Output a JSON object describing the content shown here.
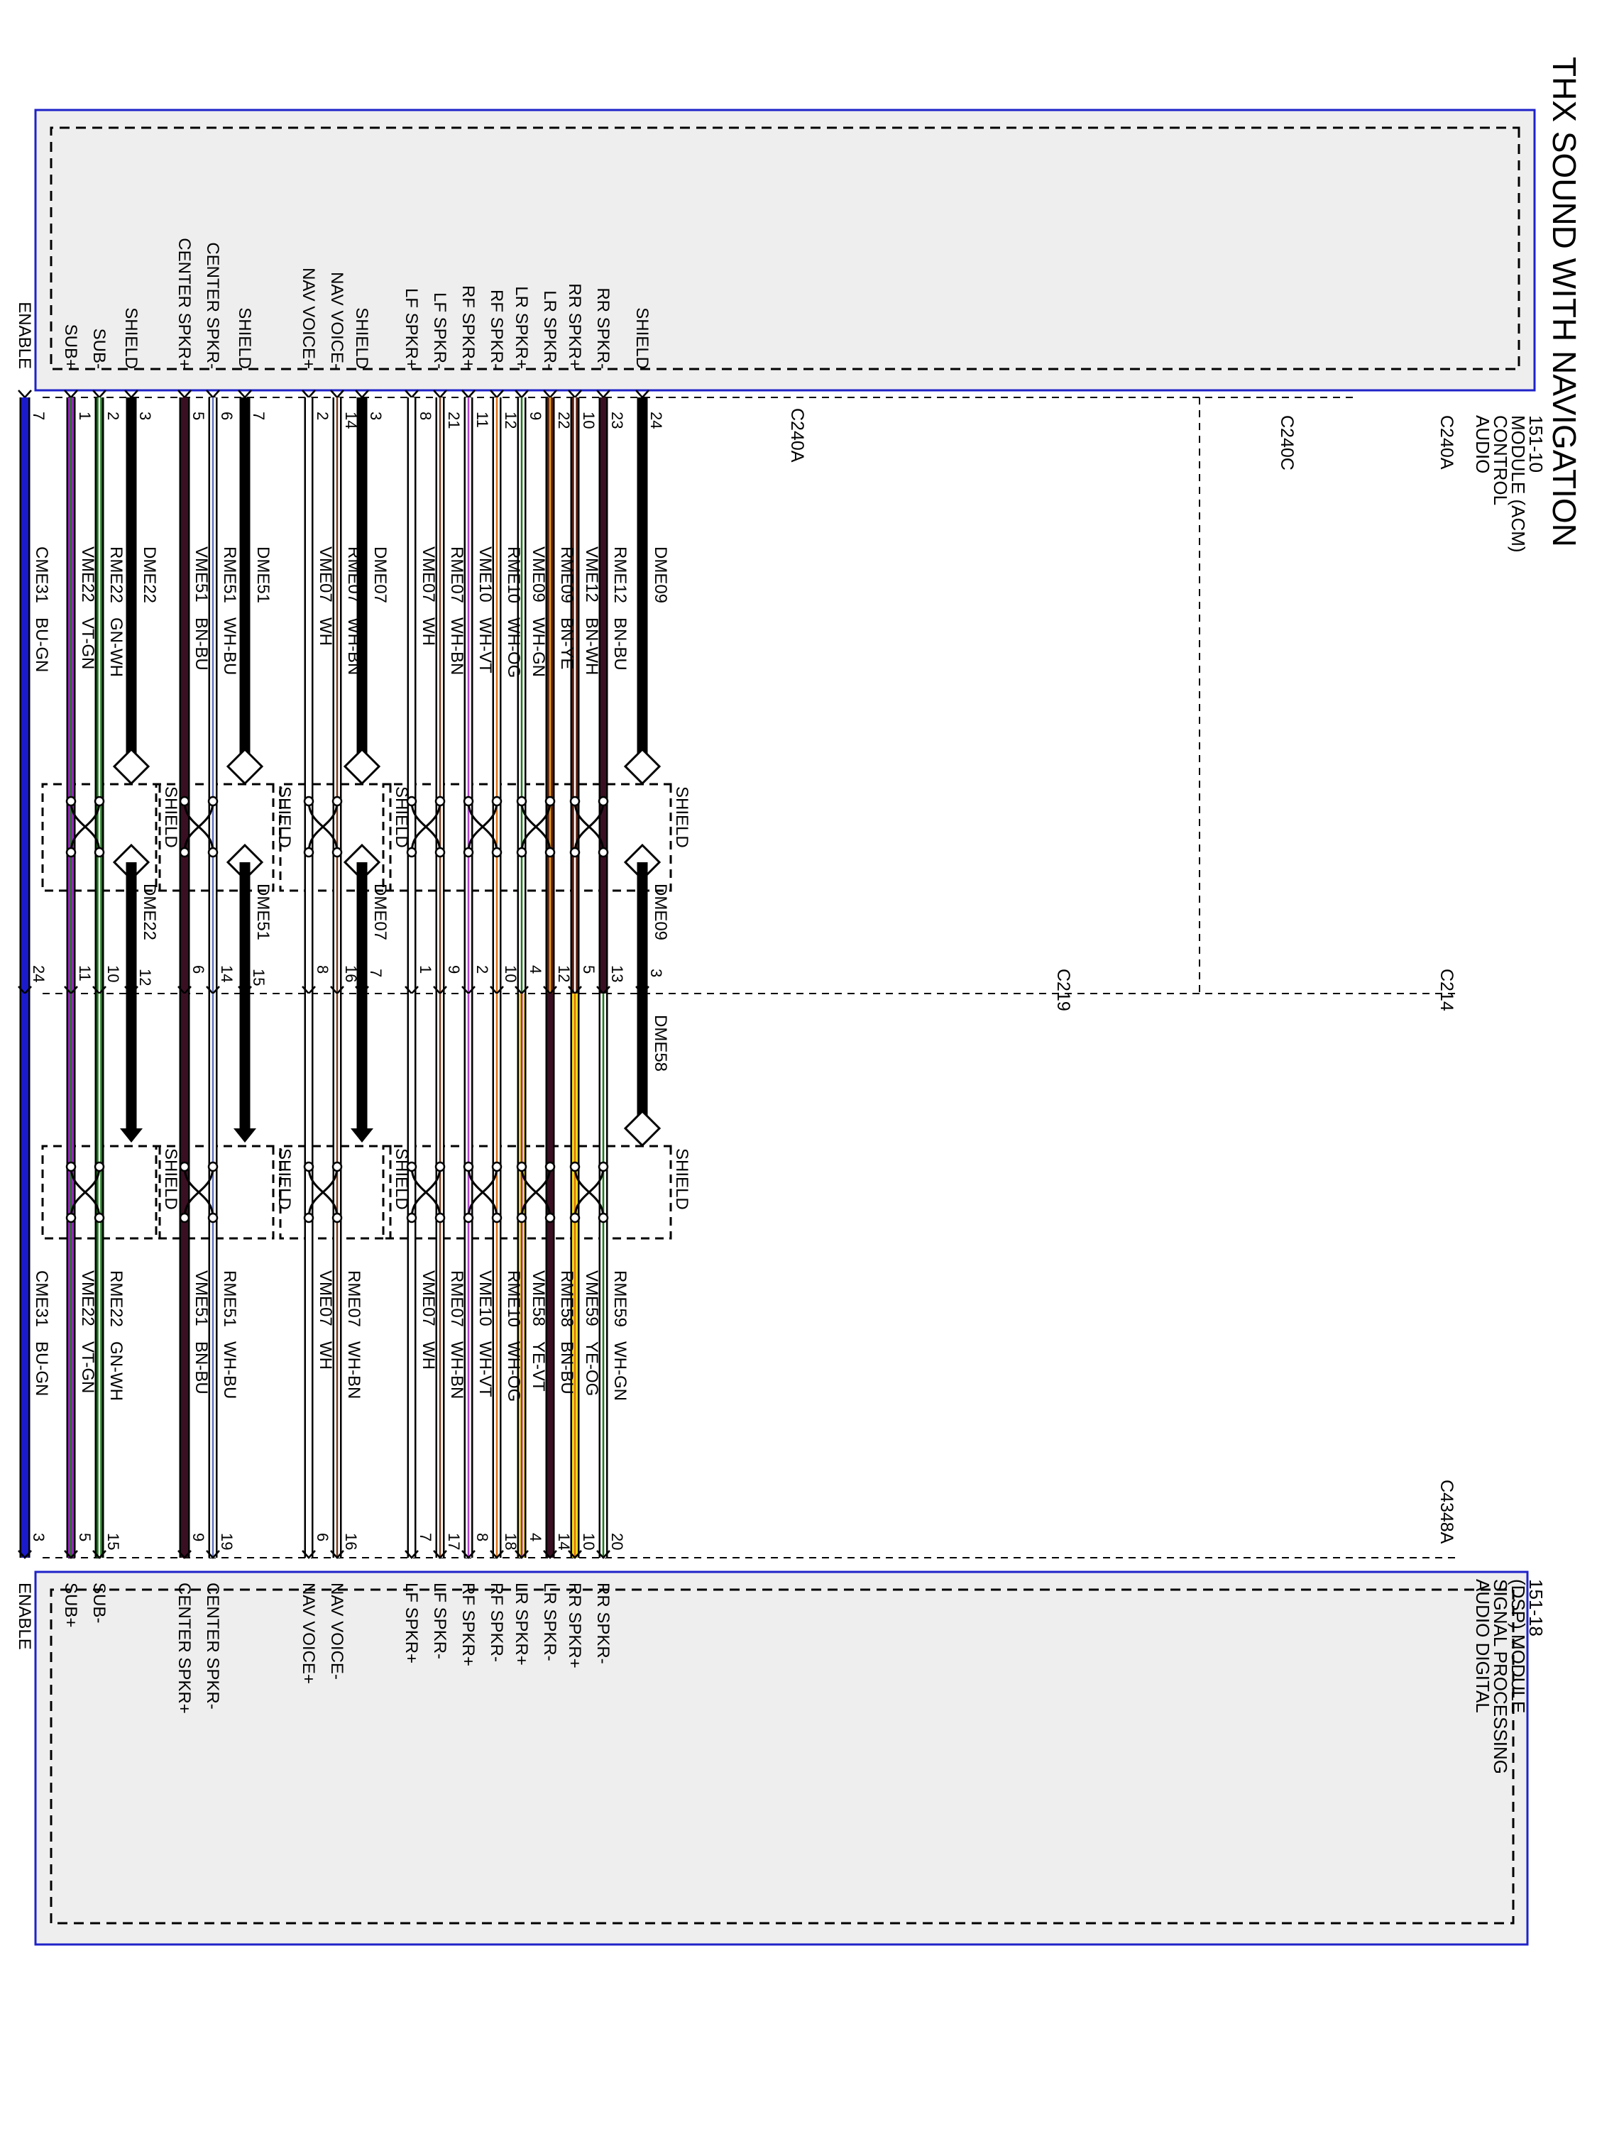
{
  "title": "THX SOUND WITH NAVIGATION",
  "acm_module": {
    "lines": [
      "AUDIO",
      "CONTROL",
      "MODULE (ACM)",
      "151-10"
    ]
  },
  "dsp_module": {
    "lines": [
      "AUDIO DIGITAL",
      "SIGNAL PROCESSING",
      "(DSP) MODULE",
      "151-18"
    ]
  },
  "connectors": {
    "acm_c240a_top": "C240A",
    "acm_c240c": "C240C",
    "acm_c240a": "C240A",
    "inline_c214": "C214",
    "inline_c219": "C219",
    "dsp_c4348a": "C4348A"
  },
  "shield_label": "SHIELD",
  "circuits": [
    {
      "name": "ENABLE",
      "acm_pin": "7",
      "seg1": "CME31",
      "color1": "BU-GN",
      "mid_pin": "24",
      "seg2": "CME31",
      "color2": "BU-GN",
      "dsp_pin": "3",
      "dsp_name": "ENABLE",
      "wire_hex": "#1b1bcc",
      "stripe_hex": "#1b1bcc",
      "heavy": true
    },
    {
      "name": "SUB+",
      "acm_pin": "1",
      "seg1": "VME22",
      "color1": "VT-GN",
      "mid_pin": "11",
      "seg2": "VME22",
      "color2": "VT-GN",
      "dsp_pin": "5",
      "dsp_name": "SUB+",
      "wire_hex": "#a020c8",
      "stripe_hex": "#1a7a1a",
      "heavy": false
    },
    {
      "name": "SUB-",
      "acm_pin": "2",
      "seg1": "RME22",
      "color1": "GN-WH",
      "mid_pin": "10",
      "seg2": "RME22",
      "color2": "GN-WH",
      "dsp_pin": "15",
      "dsp_name": "SUB-",
      "wire_hex": "#1a7a1a",
      "stripe_hex": "#ffffff",
      "heavy": false
    },
    {
      "name": "SHIELD",
      "acm_pin": "3",
      "seg1": "DME22",
      "color1": "",
      "mid_pin": "12",
      "seg2": "",
      "color2": "",
      "dsp_pin": "",
      "dsp_name": "",
      "wire_hex": "#000000",
      "stripe_hex": "#000000",
      "heavy": true
    },
    {
      "name": "CENTER SPKR+",
      "acm_pin": "5",
      "seg1": "VME51",
      "color1": "BN-BU",
      "mid_pin": "6",
      "seg2": "VME51",
      "color2": "BN-BU",
      "dsp_pin": "9",
      "dsp_name": "CENTER SPKR+",
      "wire_hex": "#3a0f22",
      "stripe_hex": "#3a0f22",
      "heavy": true
    },
    {
      "name": "CENTER SPKR-",
      "acm_pin": "6",
      "seg1": "RME51",
      "color1": "WH-BU",
      "mid_pin": "14",
      "seg2": "RME51",
      "color2": "WH-BU",
      "dsp_pin": "19",
      "dsp_name": "CENTER SPKR-",
      "wire_hex": "#ffffff",
      "stripe_hex": "#6070c0",
      "heavy": false
    },
    {
      "name": "SHIELD",
      "acm_pin": "7",
      "seg1": "DME51",
      "color1": "",
      "mid_pin": "15",
      "seg2": "",
      "color2": "",
      "dsp_pin": "",
      "dsp_name": "",
      "wire_hex": "#000000",
      "stripe_hex": "#000000",
      "heavy": true
    },
    {
      "name": "NAV VOICE+",
      "acm_pin": "2",
      "seg1": "VME07",
      "color1": "WH",
      "mid_pin": "8",
      "seg2": "VME07",
      "color2": "WH",
      "dsp_pin": "6",
      "dsp_name": "NAV VOICE+",
      "wire_hex": "#ffffff",
      "stripe_hex": "#ffffff",
      "heavy": false
    },
    {
      "name": "NAV VOICE-",
      "acm_pin": "14",
      "seg1": "RME07",
      "color1": "WH-BN",
      "mid_pin": "16",
      "seg2": "RME07",
      "color2": "WH-BN",
      "dsp_pin": "16",
      "dsp_name": "NAV VOICE-",
      "wire_hex": "#ffffff",
      "stripe_hex": "#7a3a1a",
      "heavy": false
    },
    {
      "name": "SHIELD",
      "acm_pin": "3",
      "seg1": "DME07",
      "color1": "",
      "mid_pin": "7",
      "seg2": "",
      "color2": "",
      "dsp_pin": "",
      "dsp_name": "",
      "wire_hex": "#000000",
      "stripe_hex": "#000000",
      "heavy": true
    },
    {
      "name": "LF SPKR+",
      "acm_pin": "8",
      "seg1": "VME07",
      "color1": "WH",
      "mid_pin": "1",
      "seg2": "VME07",
      "color2": "WH",
      "dsp_pin": "7",
      "dsp_name": "LF SPKR+",
      "wire_hex": "#ffffff",
      "stripe_hex": "#ffffff",
      "heavy": false
    },
    {
      "name": "LF SPKR-",
      "acm_pin": "21",
      "seg1": "RME07",
      "color1": "WH-BN",
      "mid_pin": "9",
      "seg2": "RME07",
      "color2": "WH-BN",
      "dsp_pin": "17",
      "dsp_name": "LF SPKR-",
      "wire_hex": "#ffffff",
      "stripe_hex": "#7a3a1a",
      "heavy": false
    },
    {
      "name": "RF SPKR+",
      "acm_pin": "11",
      "seg1": "VME10",
      "color1": "WH-VT",
      "mid_pin": "2",
      "seg2": "VME10",
      "color2": "WH-VT",
      "dsp_pin": "8",
      "dsp_name": "RF SPKR+",
      "wire_hex": "#ffffff",
      "stripe_hex": "#b040d0",
      "heavy": false
    },
    {
      "name": "RF SPKR-",
      "acm_pin": "12",
      "seg1": "RME10",
      "color1": "WH-OG",
      "mid_pin": "10",
      "seg2": "RME10",
      "color2": "WH-OG",
      "dsp_pin": "18",
      "dsp_name": "RF SPKR-",
      "wire_hex": "#ffffff",
      "stripe_hex": "#e07010",
      "heavy": false
    },
    {
      "name": "LR SPKR+",
      "acm_pin": "9",
      "seg1": "VME09",
      "color1": "WH-GN",
      "mid_pin": "4",
      "seg2": "VME58",
      "color2": "YE-VT",
      "dsp_pin": "4",
      "dsp_name": "LR SPKR+",
      "wire_hex": "#ffffff",
      "stripe_hex": "#1a7a1a",
      "wire2_hex": "#f0e020",
      "stripe2_hex": "#a020c8",
      "heavy": false
    },
    {
      "name": "LR SPKR-",
      "acm_pin": "22",
      "seg1": "RME09",
      "color1": "BN-YE",
      "mid_pin": "12",
      "seg2": "RME58",
      "color2": "BN-BU",
      "dsp_pin": "14",
      "dsp_name": "LR SPKR-",
      "wire_hex": "#5a2010",
      "stripe_hex": "#e8a020",
      "wire2_hex": "#3a0f22",
      "stripe2_hex": "#3a0f22",
      "heavy": false
    },
    {
      "name": "RR SPKR+",
      "acm_pin": "10",
      "seg1": "VME12",
      "color1": "BN-WH",
      "mid_pin": "5",
      "seg2": "VME59",
      "color2": "YE-OG",
      "dsp_pin": "10",
      "dsp_name": "RR SPKR+",
      "wire_hex": "#5a2010",
      "stripe_hex": "#ffffff",
      "wire2_hex": "#f0e020",
      "stripe2_hex": "#e07010",
      "heavy": false
    },
    {
      "name": "RR SPKR-",
      "acm_pin": "23",
      "seg1": "RME12",
      "color1": "BN-BU",
      "mid_pin": "13",
      "seg2": "RME59",
      "color2": "WH-GN",
      "dsp_pin": "20",
      "dsp_name": "RR SPKR-",
      "wire_hex": "#3a0f22",
      "stripe_hex": "#3a0f22",
      "wire2_hex": "#ffffff",
      "stripe2_hex": "#1a7a1a",
      "heavy": false
    },
    {
      "name": "SHIELD",
      "acm_pin": "24",
      "seg1": "DME09",
      "color1": "",
      "mid_pin": "3",
      "seg2": "DME58",
      "color2": "",
      "dsp_pin": "",
      "dsp_name": "",
      "wire_hex": "#000000",
      "stripe_hex": "#000000",
      "heavy": true
    }
  ],
  "shield_seg1_labels": {
    "DME22": "DME22",
    "DME51": "DME51",
    "DME07": "DME07",
    "DME09": "DME09"
  },
  "colors": {
    "module_border": "#1e22c8",
    "module_fill": "#eeeeee",
    "line": "#000000"
  }
}
